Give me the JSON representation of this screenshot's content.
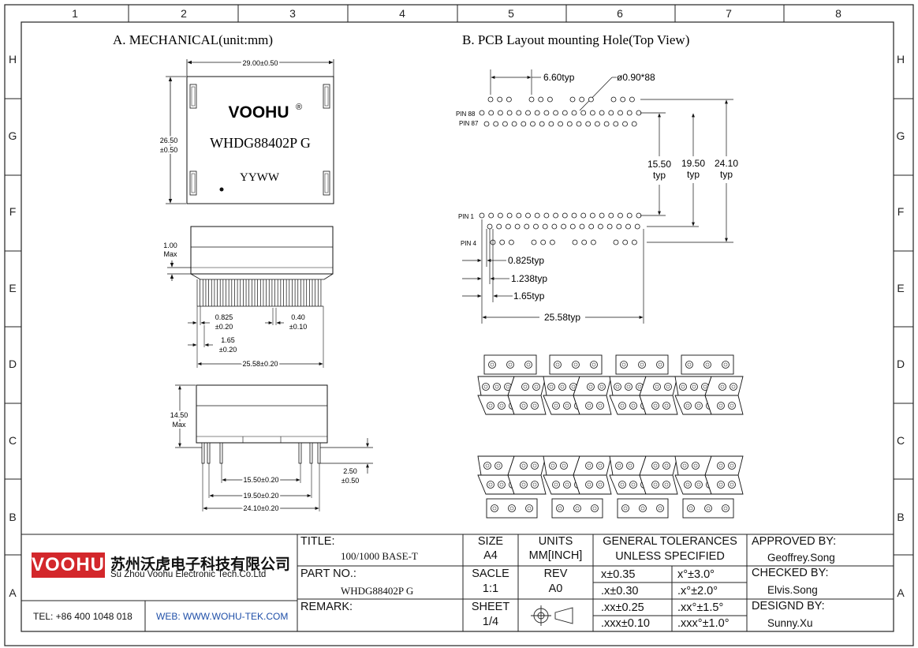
{
  "grid": {
    "columns": [
      "1",
      "2",
      "3",
      "4",
      "5",
      "6",
      "7",
      "8"
    ],
    "rows": [
      "H",
      "G",
      "F",
      "E",
      "D",
      "C",
      "B",
      "A"
    ]
  },
  "mechanical": {
    "heading": "A. MECHANICAL(unit:mm)",
    "brand": "VOOHU",
    "registered": "®",
    "part_marking": "WHDG88402P G",
    "date_code": "YYWW",
    "dims": {
      "width": "29.00±0.50",
      "height_a": "26.50",
      "height_b": "±0.50",
      "standoff_a": "1.00",
      "standoff_b": "Max",
      "pitch_a": "0.825",
      "pitch_b": "±0.20",
      "pin_a": "0.40",
      "pin_b": "±0.10",
      "row_a": "1.65",
      "row_b": "±0.20",
      "span": "25.58±0.20",
      "body_h_a": "14.50",
      "body_h_b": "Max",
      "pin_len_a": "2.50",
      "pin_len_b": "±0.50",
      "row1": "15.50±0.20",
      "row2": "19.50±0.20",
      "row3": "24.10±0.20"
    }
  },
  "pcb": {
    "heading": "B. PCB Layout mounting Hole(Top View)",
    "pin88": "PIN 88",
    "pin87": "PIN 87",
    "pin1": "PIN 1",
    "pin4": "PIN 4",
    "typ_660": "6.60typ",
    "hole": "ø0.90*88",
    "d1550_a": "15.50",
    "d1950_a": "19.50",
    "d2410_a": "24.10",
    "typ": "typ",
    "p0825": "0.825typ",
    "p1238": "1.238typ",
    "p165": "1.65typ",
    "p2558": "25.58typ"
  },
  "title_block": {
    "logo_text": "VOOHU",
    "company_cn": "苏州沃虎电子科技有限公司",
    "company_en": "Su Zhou Voohu Electronic Tech.Co.Ltd",
    "tel": "TEL: +86 400 1048 018",
    "web": "WEB: WWW.WOHU-TEK.COM",
    "title_label": "TITLE:",
    "title_value": "100/1000 BASE-T",
    "part_label": "PART NO.:",
    "part_value": "WHDG88402P G",
    "remark_label": "REMARK:",
    "size_label": "SIZE",
    "size_value": "A4",
    "units_label": "UNITS",
    "units_value": "MM[INCH]",
    "scale_label": "SACLE",
    "scale_value": "1:1",
    "rev_label": "REV",
    "rev_value": "A0",
    "sheet_label": "SHEET",
    "sheet_value": "1/4",
    "tol_heading_1": "GENERAL TOLERANCES",
    "tol_heading_2": "UNLESS SPECIFIED",
    "tol": [
      "x±0.35",
      "x°±3.0°",
      ".x±0.30",
      ".x°±2.0°",
      ".xx±0.25",
      ".xx°±1.5°",
      ".xxx±0.10",
      ".xxx°±1.0°"
    ],
    "approved_label": "APPROVED BY:",
    "approved_name": "Geoffrey.Song",
    "checked_label": "CHECKED BY:",
    "checked_name": "Elvis.Song",
    "designed_label": "DESIGND BY:",
    "designed_name": "Sunny.Xu"
  }
}
